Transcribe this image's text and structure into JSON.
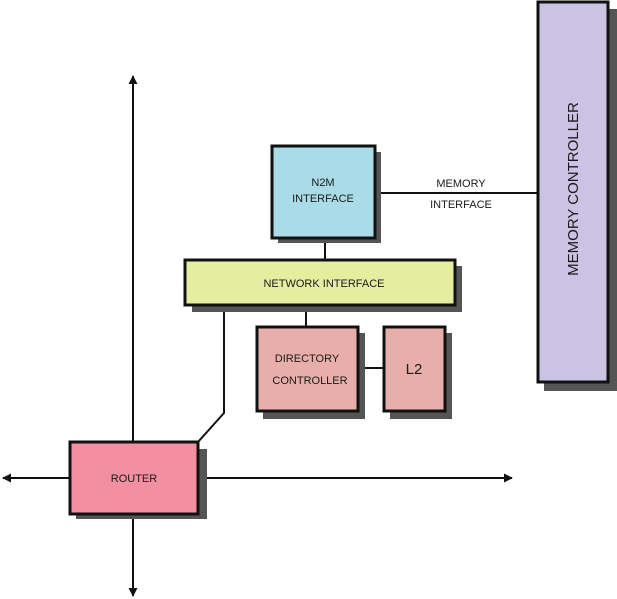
{
  "colors": {
    "n2m": "#a9dce6",
    "network": "#e4ee9e",
    "directory": "#e8aeaa",
    "l2": "#e8aeaa",
    "router": "#f28fa0",
    "memory": "#cbc3e3",
    "shadow": "#555555",
    "stroke": "#111111"
  },
  "blocks": {
    "n2m": {
      "line1": "N2M",
      "line2": "INTERFACE"
    },
    "network": {
      "label": "NETWORK INTERFACE"
    },
    "directory": {
      "line1": "DIRECTORY",
      "line2": "CONTROLLER"
    },
    "l2": {
      "label": "L2"
    },
    "router": {
      "label": "ROUTER"
    },
    "memory": {
      "label": "MEMORY CONTROLLER"
    }
  },
  "links": {
    "memory_interface": {
      "line1": "MEMORY",
      "line2": "INTERFACE"
    }
  },
  "icons": [
    "arrow-up-icon",
    "arrow-down-icon",
    "arrow-left-icon",
    "arrow-right-icon"
  ]
}
